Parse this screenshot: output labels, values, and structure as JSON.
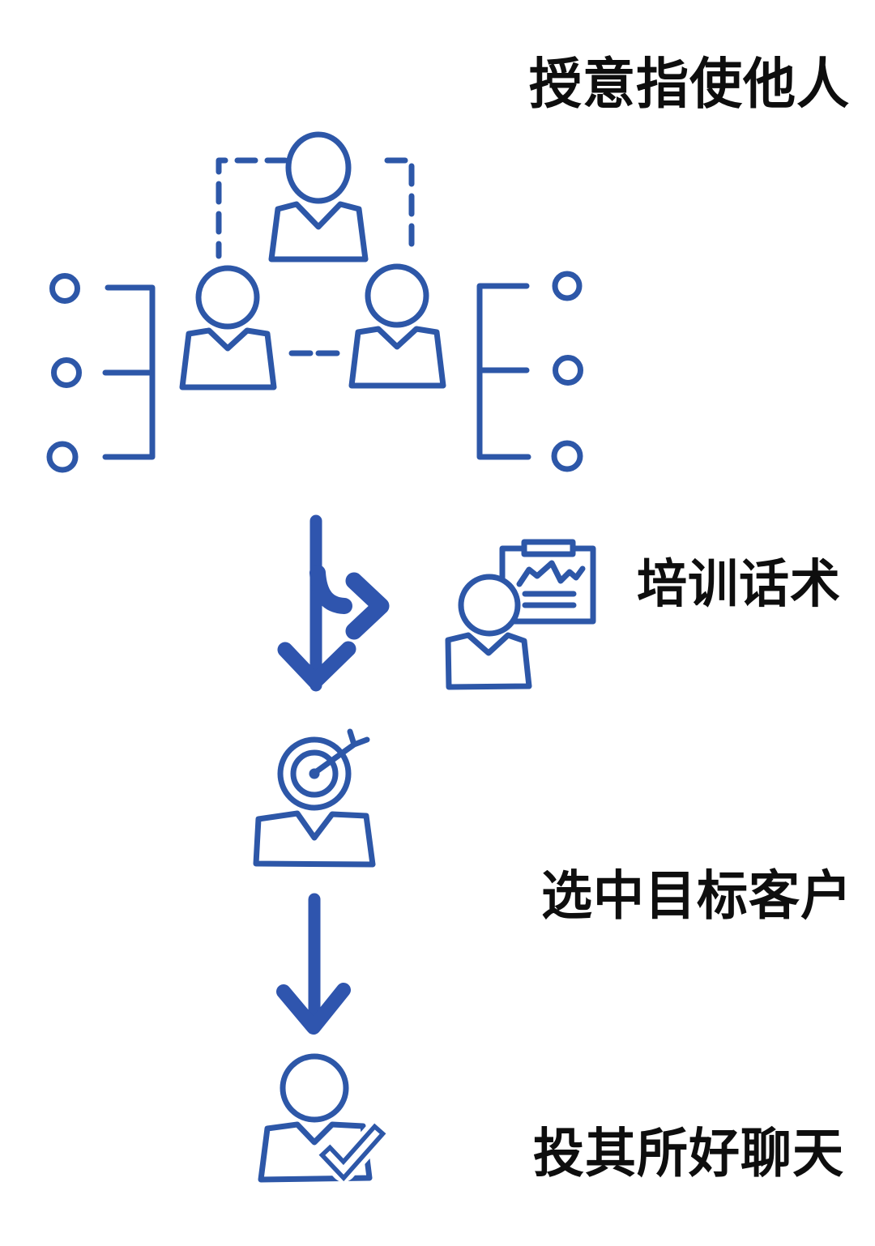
{
  "page": {
    "background": "#ffffff",
    "line_color": "#2d57a8",
    "arrow_color": "#2f55ae",
    "text_color": "#0e0e0e"
  },
  "diagram": {
    "type": "vertical-flowchart",
    "language": "zh-CN",
    "steps": [
      {
        "order": 1,
        "label": "授意指使他人",
        "icon": "org-chart-delegation-icon"
      },
      {
        "order": 2,
        "label": "培训话术",
        "icon": "trainer-presentation-icon"
      },
      {
        "order": 3,
        "label": "选中目标客户",
        "icon": "target-head-person-icon"
      },
      {
        "order": 4,
        "label": "投其所好聊天",
        "icon": "person-with-checkmark-icon"
      }
    ],
    "connectors": [
      {
        "from": 1,
        "to": 3,
        "type": "down-arrow-with-right-branch",
        "branch_to": 2
      },
      {
        "from": 3,
        "to": 4,
        "type": "down-arrow"
      }
    ]
  }
}
